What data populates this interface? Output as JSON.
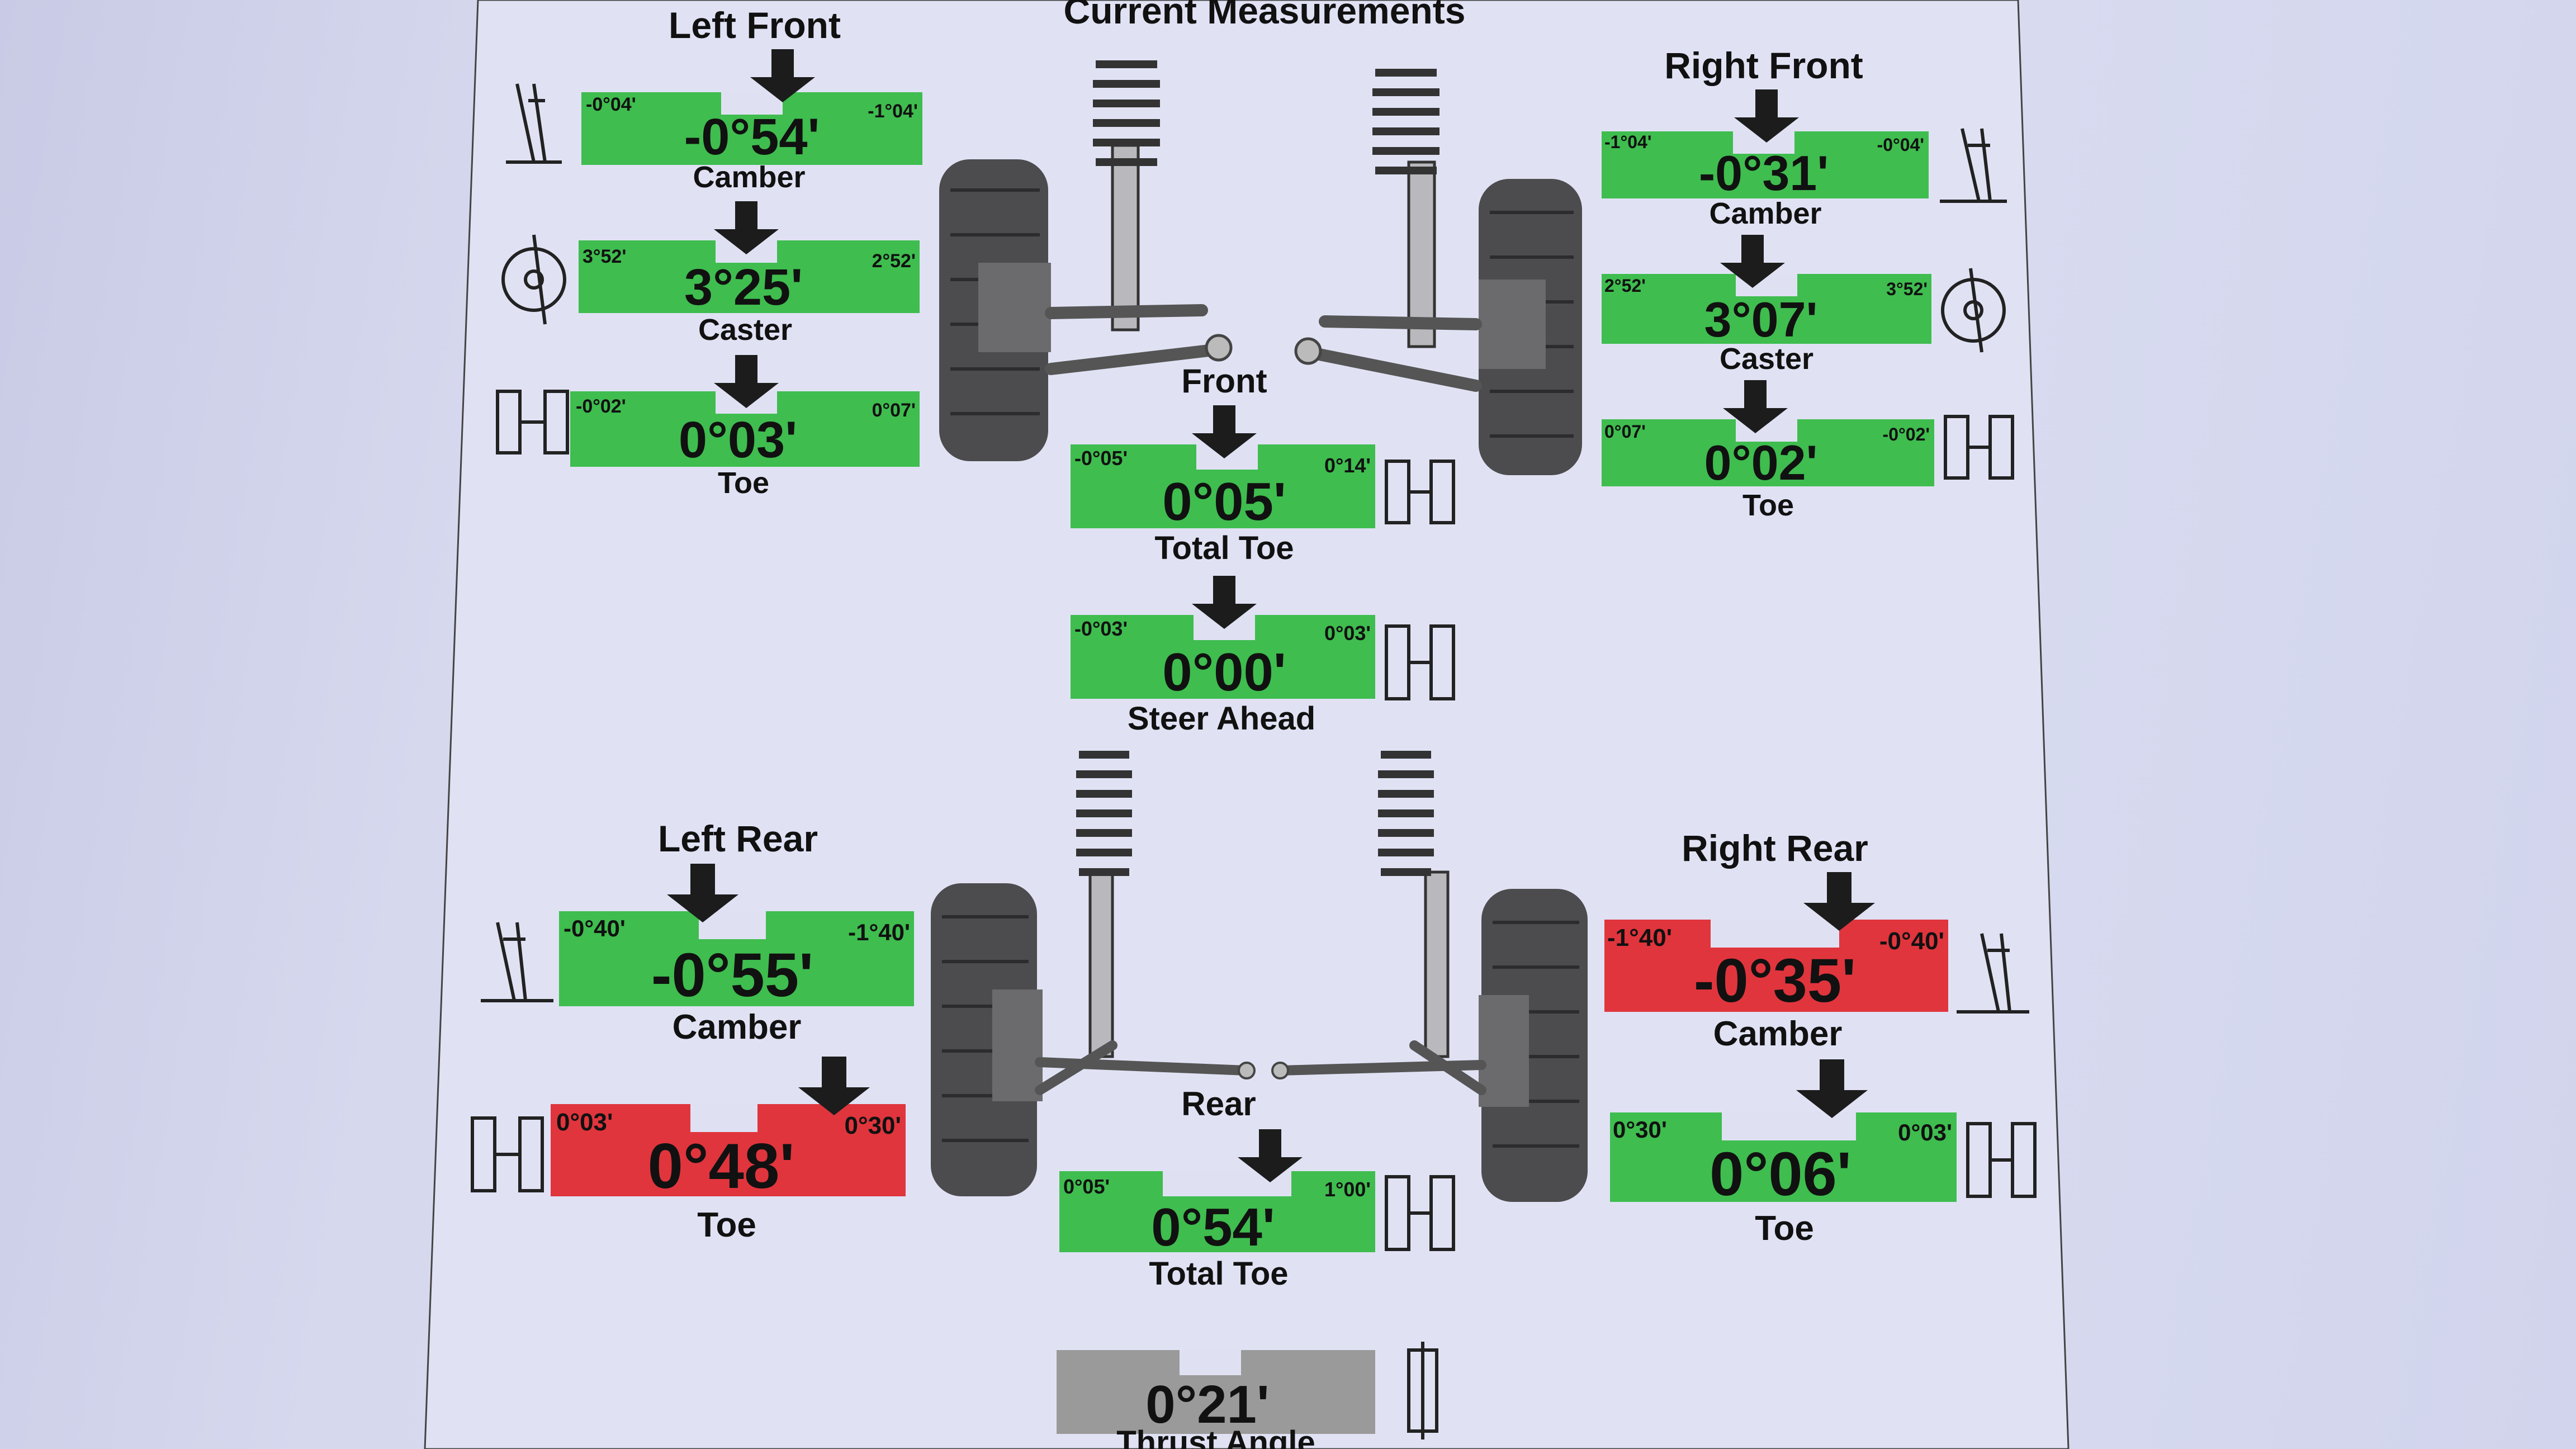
{
  "page": {
    "title": "Current Measurements"
  },
  "colors": {
    "ok": "#3fbd4f",
    "bad": "#e0353d",
    "neutral": "#9a9a9a",
    "paper": "#dfe1f3",
    "ink": "#111111"
  },
  "sections": {
    "left_front": "Left Front",
    "right_front": "Right Front",
    "front": "Front",
    "left_rear": "Left Rear",
    "right_rear": "Right Rear",
    "rear": "Rear"
  },
  "gauges": {
    "lf_camber": {
      "label": "Camber",
      "value": "-0°54'",
      "min": "-0°04'",
      "max": "-1°04'",
      "status": "ok",
      "icon": "camber-icon"
    },
    "lf_caster": {
      "label": "Caster",
      "value": "3°25'",
      "min": "3°52'",
      "max": "2°52'",
      "status": "ok",
      "icon": "caster-icon"
    },
    "lf_toe": {
      "label": "Toe",
      "value": "0°03'",
      "min": "-0°02'",
      "max": "0°07'",
      "status": "ok",
      "icon": "toe-icon"
    },
    "rf_camber": {
      "label": "Camber",
      "value": "-0°31'",
      "min": "-1°04'",
      "max": "-0°04'",
      "status": "ok",
      "icon": "camber-icon"
    },
    "rf_caster": {
      "label": "Caster",
      "value": "3°07'",
      "min": "2°52'",
      "max": "3°52'",
      "status": "ok",
      "icon": "caster-icon"
    },
    "rf_toe": {
      "label": "Toe",
      "value": "0°02'",
      "min": "0°07'",
      "max": "-0°02'",
      "status": "ok",
      "icon": "toe-icon"
    },
    "front_total_toe": {
      "label": "Total Toe",
      "value": "0°05'",
      "min": "-0°05'",
      "max": "0°14'",
      "status": "ok",
      "icon": "total-toe-icon"
    },
    "steer_ahead": {
      "label": "Steer Ahead",
      "value": "0°00'",
      "min": "-0°03'",
      "max": "0°03'",
      "status": "ok",
      "icon": "steer-ahead-icon"
    },
    "lr_camber": {
      "label": "Camber",
      "value": "-0°55'",
      "min": "-0°40'",
      "max": "-1°40'",
      "status": "ok",
      "icon": "camber-icon"
    },
    "lr_toe": {
      "label": "Toe",
      "value": "0°48'",
      "min": "0°03'",
      "max": "0°30'",
      "status": "bad",
      "icon": "toe-icon"
    },
    "rr_camber": {
      "label": "Camber",
      "value": "-0°35'",
      "min": "-1°40'",
      "max": "-0°40'",
      "status": "bad",
      "icon": "camber-icon"
    },
    "rr_toe": {
      "label": "Toe",
      "value": "0°06'",
      "min": "0°30'",
      "max": "0°03'",
      "status": "ok",
      "icon": "toe-icon"
    },
    "rear_total_toe": {
      "label": "Total Toe",
      "value": "0°54'",
      "min": "0°05'",
      "max": "1°00'",
      "status": "ok",
      "icon": "total-toe-icon"
    },
    "thrust_angle": {
      "label": "Thrust Angle",
      "value": "0°21'",
      "min": "",
      "max": "",
      "status": "neutral",
      "icon": "thrust-angle-icon"
    }
  },
  "diagrams": {
    "front_suspension": "front-suspension-illustration",
    "rear_suspension": "rear-suspension-illustration"
  }
}
